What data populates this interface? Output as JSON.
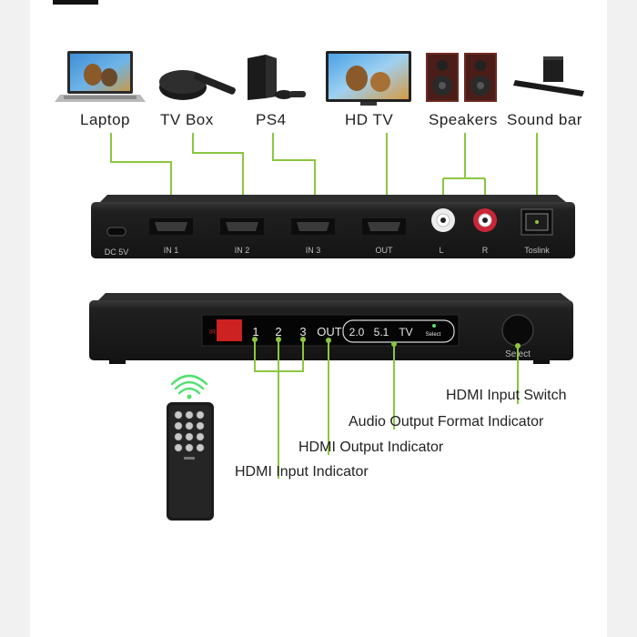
{
  "devices": [
    {
      "key": "laptop",
      "label": "Laptop"
    },
    {
      "key": "tvbox",
      "label": "TV Box"
    },
    {
      "key": "ps4",
      "label": "PS4"
    },
    {
      "key": "hdtv",
      "label": "HD TV"
    },
    {
      "key": "speakers",
      "label": "Speakers"
    },
    {
      "key": "soundbar",
      "label": "Sound bar"
    }
  ],
  "back_panel": {
    "dc_label": "DC 5V",
    "ports": [
      "IN 1",
      "IN 2",
      "IN 3",
      "OUT",
      "L",
      "R",
      "Toslink"
    ]
  },
  "front_panel": {
    "ir_label": "IR",
    "input_numbers": [
      "1",
      "2",
      "3"
    ],
    "out_label": "OUT",
    "audio_formats": [
      "2.0",
      "5.1",
      "TV"
    ],
    "select_small": "Select",
    "select_button_label": "Select"
  },
  "callouts": {
    "input_switch": "HDMI Input Switch",
    "audio_indicator": "Audio Output Format Indicator",
    "output_indicator": "HDMI Output Indicator",
    "input_indicator": "HDMI Input Indicator"
  },
  "colors": {
    "connector_line": "#8cc63f",
    "device_body": "#1c1c1c",
    "led_green": "#54e070",
    "ir_red": "#cc2222",
    "rca_red": "#d42a3c"
  }
}
